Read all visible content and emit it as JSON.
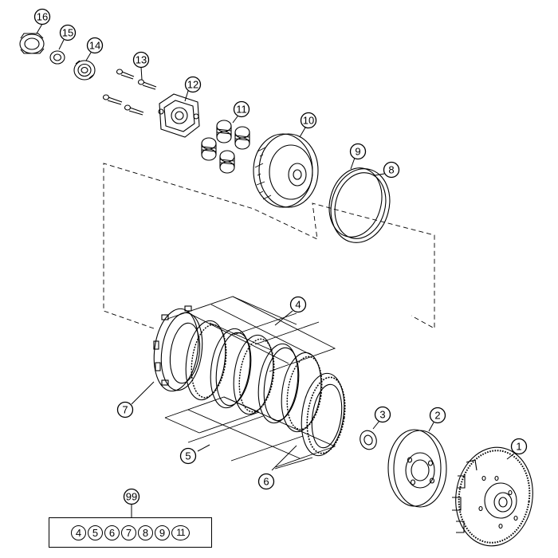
{
  "callouts": [
    {
      "id": "c16",
      "label": "16"
    },
    {
      "id": "c15",
      "label": "15"
    },
    {
      "id": "c14",
      "label": "14"
    },
    {
      "id": "c13",
      "label": "13"
    },
    {
      "id": "c12",
      "label": "12"
    },
    {
      "id": "c11",
      "label": "11"
    },
    {
      "id": "c10",
      "label": "10"
    },
    {
      "id": "c9",
      "label": "9"
    },
    {
      "id": "c8",
      "label": "8"
    },
    {
      "id": "c4",
      "label": "4"
    },
    {
      "id": "c7",
      "label": "7"
    },
    {
      "id": "c5",
      "label": "5"
    },
    {
      "id": "c3",
      "label": "3"
    },
    {
      "id": "c2",
      "label": "2"
    },
    {
      "id": "c1",
      "label": "1"
    },
    {
      "id": "c6",
      "label": "6"
    },
    {
      "id": "c99",
      "label": "99"
    }
  ],
  "kit": {
    "items": [
      "4",
      "5",
      "6",
      "7",
      "8",
      "9",
      "11"
    ]
  }
}
